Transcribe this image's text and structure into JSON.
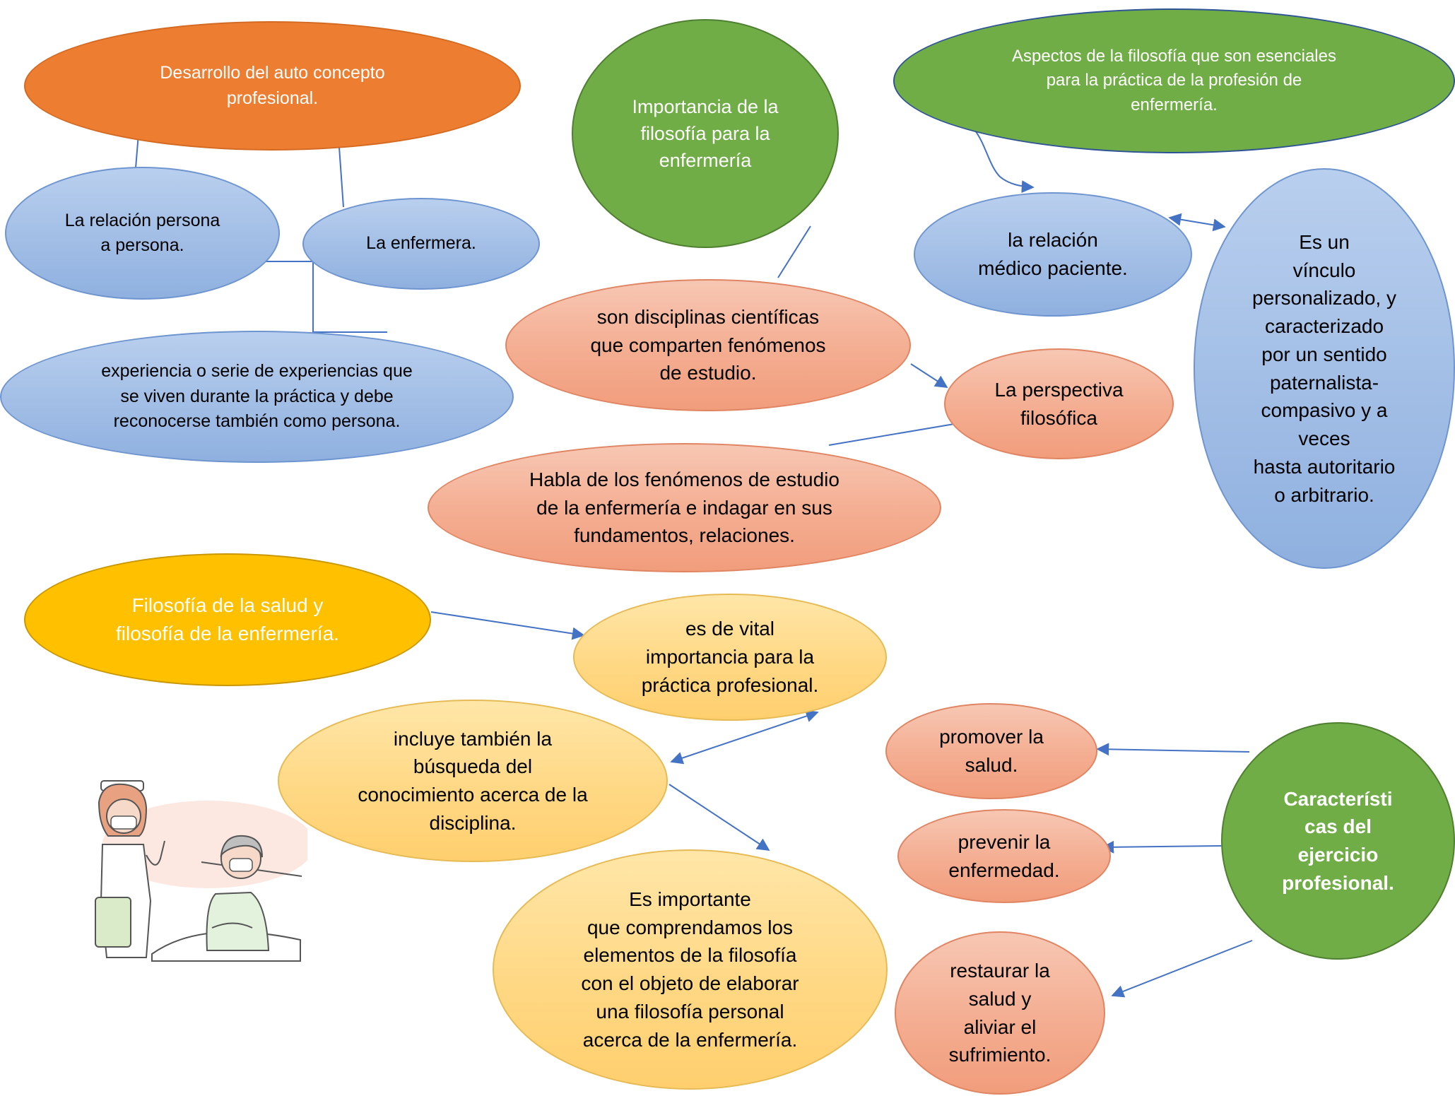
{
  "nodes": {
    "auto_concepto": "Desarrollo del auto concepto\nprofesional.",
    "relacion_persona": "La relación persona\na persona.",
    "enfermera": "La enfermera.",
    "experiencia": "experiencia o serie de experiencias que\nse viven durante la práctica y debe\nreconocerse también como persona.",
    "importancia_filosofia": "Importancia de la\nfilosofía para la\nenfermería",
    "disciplinas": "son disciplinas científicas\nque comparten fenómenos\nde estudio.",
    "perspectiva": "La perspectiva\nfilosófica",
    "habla_fenomenos": "Habla de los fenómenos de estudio\nde la enfermería e indagar en sus\nfundamentos, relaciones.",
    "aspectos": "Aspectos de la filosofía que son esenciales\npara la práctica de la profesión de\nenfermería.",
    "relacion_medico": "la relación\nmédico paciente.",
    "vinculo": "Es un\nvínculo\npersonalizado, y\ncaracterizado\npor un sentido\npaternalista-\ncompasivo y a\nveces\nhasta autoritario\no arbitrario.",
    "filosofia_salud": "Filosofía de la salud y\nfilosofía de la enfermería.",
    "vital_importancia": "es de vital\nimportancia para la\npráctica profesional.",
    "incluye_busqueda": "incluye también la\nbúsqueda del\nconocimiento acerca de la\ndisciplina.",
    "es_importante": "Es importante\nque comprendamos los\nelementos de la filosofía\ncon el objeto de elaborar\nuna filosofía personal\nacerca de la enfermería.",
    "caracteristicas": "Característi\ncas del\nejercicio\nprofesional.",
    "promover": "promover la\nsalud.",
    "prevenir": "prevenir la\nenfermedad.",
    "restaurar": "restaurar la\nsalud y\naliviar el\nsufrimiento."
  },
  "colors": {
    "orange": "#ed7d31",
    "green": "#70ad47",
    "blue": "#a2bee6",
    "salmon": "#f4ad91",
    "gold": "#ffc000",
    "yellow": "#ffd885",
    "connector": "#4472c4"
  },
  "illustration": {
    "icon": "nurse-and-patient-icon"
  }
}
